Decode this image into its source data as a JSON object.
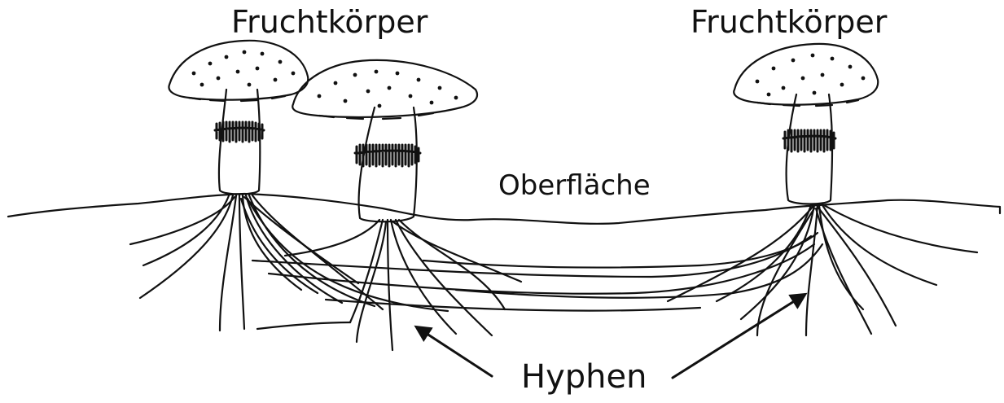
{
  "labels": {
    "fruiting_body_left": "Fruchtkörper",
    "fruiting_body_right": "Fruchtkörper",
    "surface": "Oberfläche",
    "hyphae": "Hyphen"
  },
  "colors": {
    "ink": "#111111",
    "background": "#ffffff"
  }
}
